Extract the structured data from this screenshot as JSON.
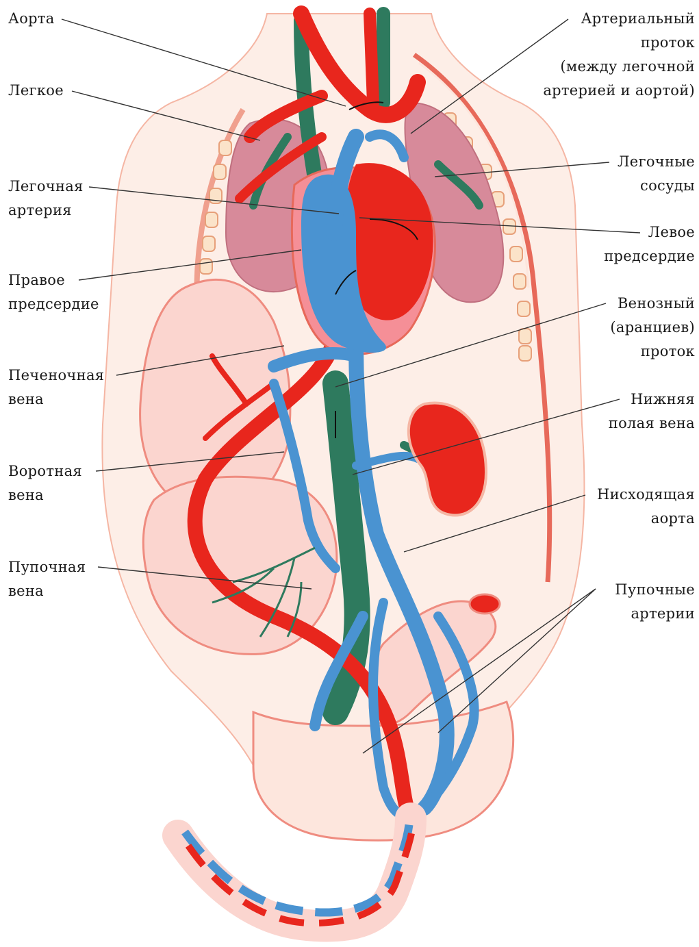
{
  "colors": {
    "artery": "#e8261d",
    "vein": "#4a93d1",
    "mixed": "#2e7a5e",
    "lung": "#d78a9a",
    "skin_line": "#f0a08e",
    "body_fill": "#fde6dd",
    "organ_fill": "#f7c7c2",
    "kidney": "#e8261d",
    "leader": "#333333"
  },
  "labels": {
    "aorta": [
      "Аорта"
    ],
    "lung": [
      "Легкое"
    ],
    "pulmonary_artery": [
      "Легочная",
      "артерия"
    ],
    "right_atrium": [
      "Правое",
      "предсердие"
    ],
    "hepatic_vein": [
      "Печеночная",
      "вена"
    ],
    "portal_vein": [
      "Воротная",
      "вена"
    ],
    "umbilical_vein": [
      "Пупочная",
      "вена"
    ],
    "ductus_arteriosus": [
      "Артериальный",
      "проток",
      "(между легочной",
      "артерией и аортой)"
    ],
    "pulmonary_vessels": [
      "Легочные",
      "сосуды"
    ],
    "left_atrium": [
      "Левое",
      "предсердие"
    ],
    "ductus_venosus": [
      "Венозный",
      "(аранциев)",
      "проток"
    ],
    "inferior_vena_cava": [
      "Нижняя",
      "полая вена"
    ],
    "descending_aorta": [
      "Нисходящая",
      "аорта"
    ],
    "umbilical_arteries": [
      "Пупочные",
      "артерии"
    ]
  }
}
